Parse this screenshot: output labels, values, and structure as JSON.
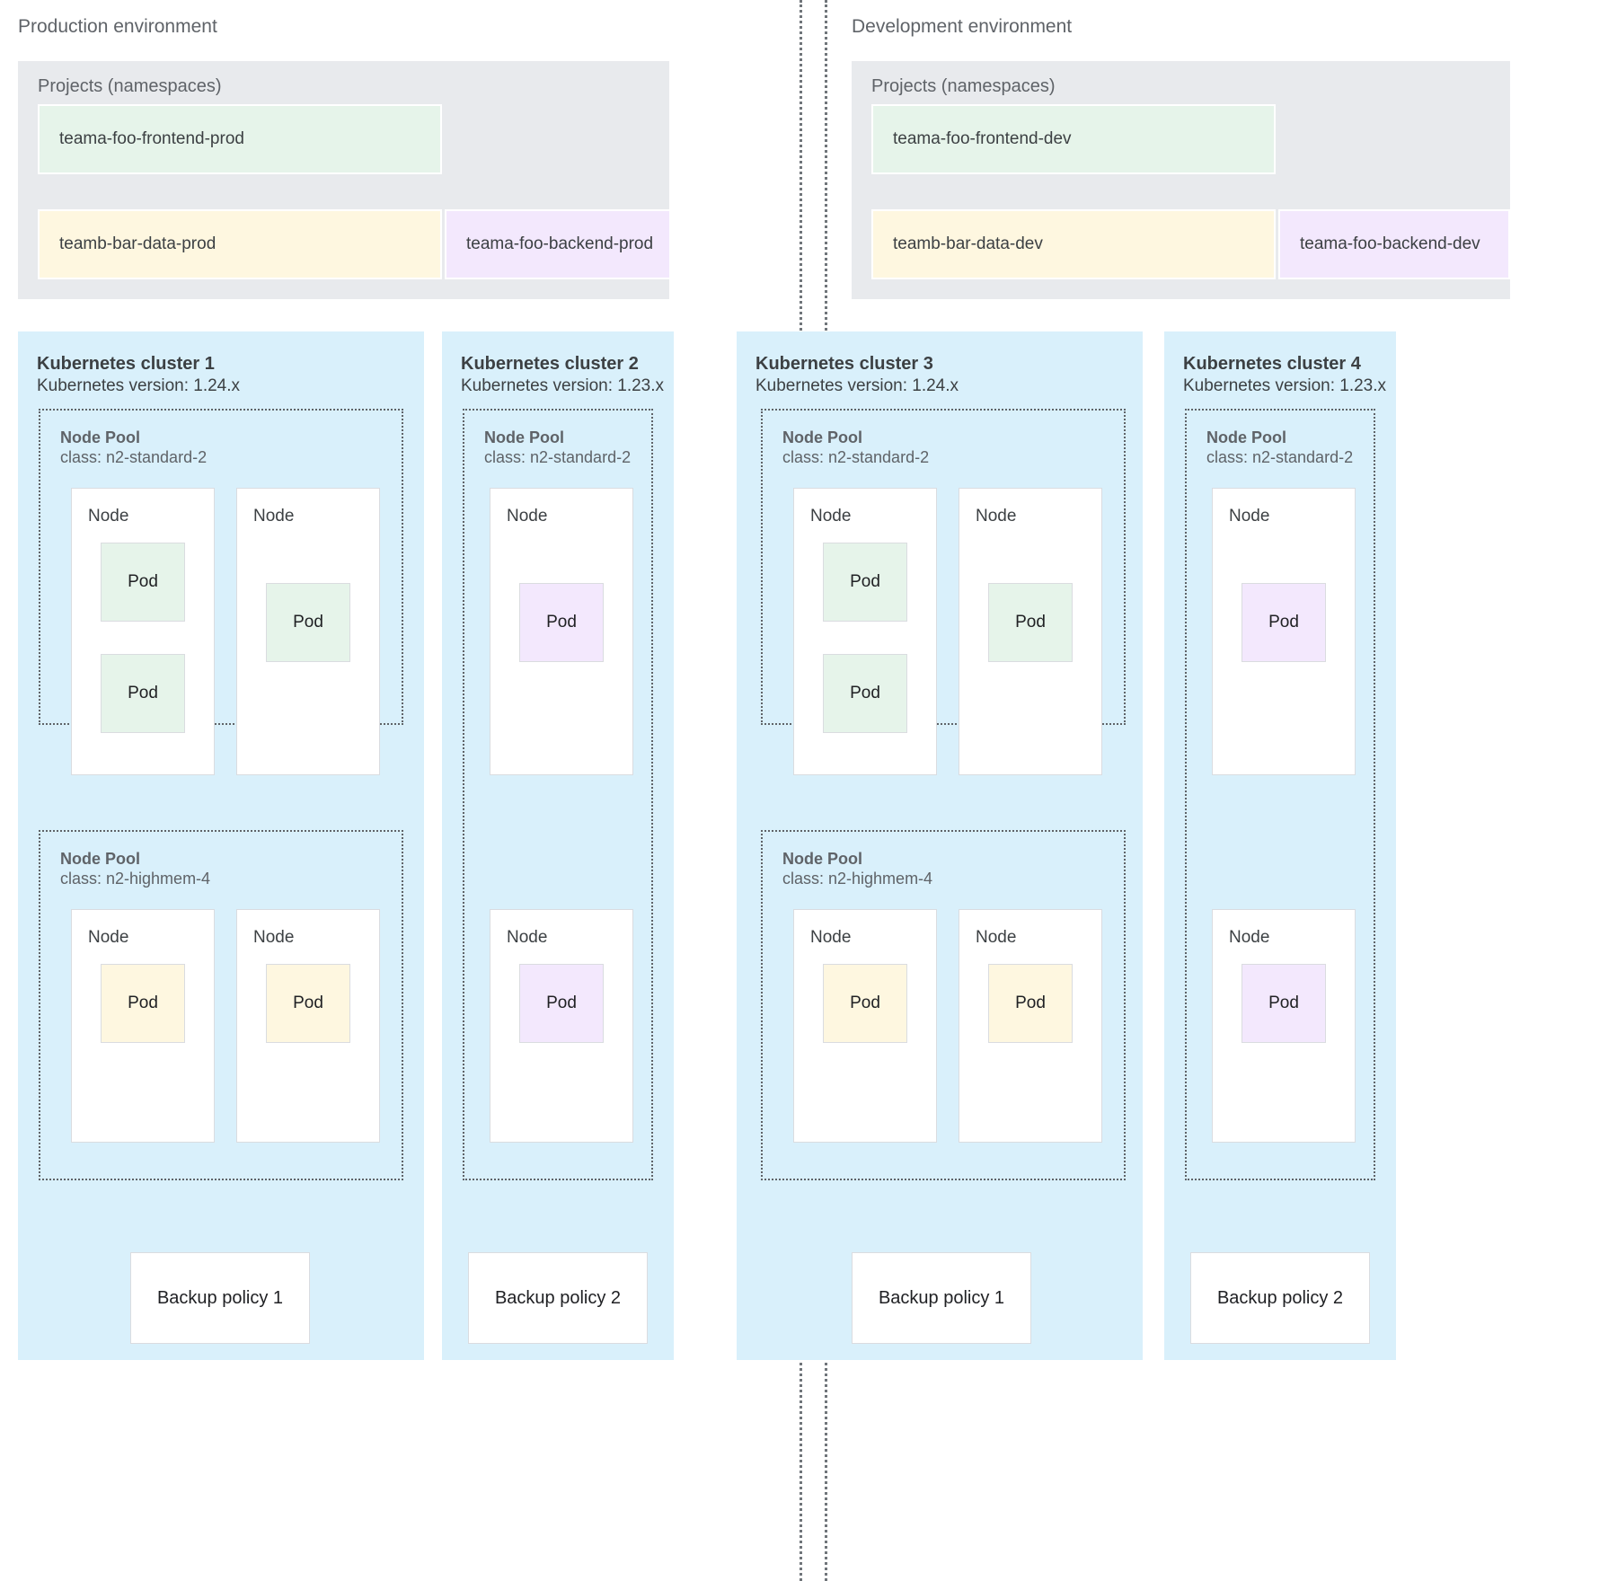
{
  "environments": [
    {
      "id": "prod",
      "title": "Production environment",
      "projects": {
        "title": "Projects (namespaces)",
        "items": [
          {
            "label": "teama-foo-frontend-prod",
            "color": "green"
          },
          {
            "label": "teamb-bar-data-prod",
            "color": "yellow"
          },
          {
            "label": "teama-foo-backend-prod",
            "color": "purple"
          }
        ]
      },
      "clusters": [
        {
          "name": "Kubernetes cluster 1",
          "version": "Kubernetes version: 1.24.x",
          "node_pools": [
            {
              "title": "Node Pool",
              "class": "class: n2-standard-2",
              "nodes": [
                {
                  "label": "Node",
                  "pods": [
                    {
                      "label": "Pod",
                      "color": "green"
                    },
                    {
                      "label": "Pod",
                      "color": "green"
                    }
                  ]
                },
                {
                  "label": "Node",
                  "pods": [
                    {
                      "label": "Pod",
                      "color": "green"
                    }
                  ]
                }
              ]
            },
            {
              "title": "Node Pool",
              "class": "class: n2-highmem-4",
              "nodes": [
                {
                  "label": "Node",
                  "pods": [
                    {
                      "label": "Pod",
                      "color": "yellow"
                    }
                  ]
                },
                {
                  "label": "Node",
                  "pods": [
                    {
                      "label": "Pod",
                      "color": "yellow"
                    }
                  ]
                }
              ]
            }
          ],
          "backup_policy": "Backup policy 1"
        },
        {
          "name": "Kubernetes cluster 2",
          "version": "Kubernetes version: 1.23.x",
          "node_pools": [
            {
              "title": "Node Pool",
              "class": "class: n2-standard-2",
              "nodes": [
                {
                  "label": "Node",
                  "pods": [
                    {
                      "label": "Pod",
                      "color": "purple"
                    }
                  ]
                },
                {
                  "label": "Node",
                  "pods": [
                    {
                      "label": "Pod",
                      "color": "purple"
                    }
                  ]
                }
              ]
            }
          ],
          "backup_policy": "Backup policy 2"
        }
      ]
    },
    {
      "id": "dev",
      "title": "Development environment",
      "projects": {
        "title": "Projects (namespaces)",
        "items": [
          {
            "label": "teama-foo-frontend-dev",
            "color": "green"
          },
          {
            "label": "teamb-bar-data-dev",
            "color": "yellow"
          },
          {
            "label": "teama-foo-backend-dev",
            "color": "purple"
          }
        ]
      },
      "clusters": [
        {
          "name": "Kubernetes cluster 3",
          "version": "Kubernetes version: 1.24.x",
          "node_pools": [
            {
              "title": "Node Pool",
              "class": "class: n2-standard-2",
              "nodes": [
                {
                  "label": "Node",
                  "pods": [
                    {
                      "label": "Pod",
                      "color": "green"
                    },
                    {
                      "label": "Pod",
                      "color": "green"
                    }
                  ]
                },
                {
                  "label": "Node",
                  "pods": [
                    {
                      "label": "Pod",
                      "color": "green"
                    }
                  ]
                }
              ]
            },
            {
              "title": "Node Pool",
              "class": "class: n2-highmem-4",
              "nodes": [
                {
                  "label": "Node",
                  "pods": [
                    {
                      "label": "Pod",
                      "color": "yellow"
                    }
                  ]
                },
                {
                  "label": "Node",
                  "pods": [
                    {
                      "label": "Pod",
                      "color": "yellow"
                    }
                  ]
                }
              ]
            }
          ],
          "backup_policy": "Backup policy 1"
        },
        {
          "name": "Kubernetes cluster 4",
          "version": "Kubernetes version: 1.23.x",
          "node_pools": [
            {
              "title": "Node Pool",
              "class": "class: n2-standard-2",
              "nodes": [
                {
                  "label": "Node",
                  "pods": [
                    {
                      "label": "Pod",
                      "color": "purple"
                    }
                  ]
                },
                {
                  "label": "Node",
                  "pods": [
                    {
                      "label": "Pod",
                      "color": "purple"
                    }
                  ]
                }
              ]
            }
          ],
          "backup_policy": "Backup policy 2"
        }
      ]
    }
  ],
  "colors": {
    "green": "#e6f4ea",
    "yellow": "#fef7e0",
    "purple": "#f3e8fd",
    "cluster_bg": "#d9f0fb",
    "projects_bg": "#e8eaed",
    "text": "#3c4043",
    "muted_text": "#5f6368",
    "border": "#dadce0"
  }
}
